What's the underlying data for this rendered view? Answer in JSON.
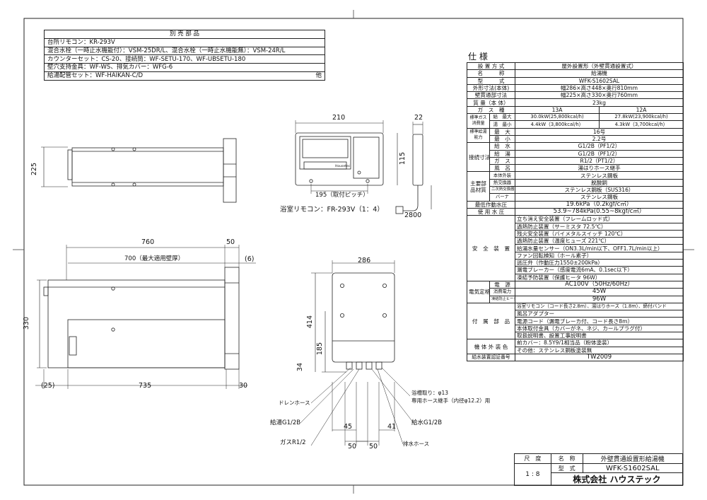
{
  "accessories": {
    "header": "別 売 部 品",
    "rows": [
      "台所リモコン：KR-293V",
      "混合水栓（一時止水機能付）：VSM-25DR/L、混合水栓（一時止水機能無）：VSM-24R/L",
      "カウンターセット：CS-20、接続筒：WF-SETU-170、WF-UBSETU-180",
      "壁穴支持金具：WF-WS、排気カバー：WFG-6",
      "給湯配管セット：WF-HAIKAN-C/D"
    ],
    "other": "他"
  },
  "spec": {
    "title": "仕 様",
    "rows": [
      {
        "k": "設 置 方 式",
        "v": "屋外設置形（外壁貫通設置式）"
      },
      {
        "k": "名　　　称",
        "v": "給湯機"
      },
      {
        "k": "型　　　式",
        "v": "WFK-S1602SAL"
      },
      {
        "k": "外形寸法(本体)",
        "v": "幅286×高さ448×奥行810mm"
      },
      {
        "k": "壁貫通部寸法",
        "v": "幅225×高さ330×奥行760mm"
      },
      {
        "k": "質 量（本 体）",
        "v": "23kg"
      }
    ],
    "gas": {
      "k": "ガ　ス　種",
      "a": "13A",
      "b": "12A"
    },
    "fuel_group": "標準ガス消費量",
    "fuel": [
      {
        "k": "給　最大",
        "a": "30.0kW(25,800kcal/h)",
        "b": "27.8kW(23,900kcal/h)"
      },
      {
        "k": "湯　最小",
        "a": "4.4kW（3,800kcal/h）",
        "b": "4.3kW（3,700kcal/h）"
      }
    ],
    "cap_group": "標準給湯能力",
    "cap": [
      {
        "k": "最　大",
        "v": "16号"
      },
      {
        "k": "最　小",
        "v": "2.2号"
      }
    ],
    "conn_group": "接続寸法",
    "conn": [
      {
        "k": "給　水",
        "v": "G1/2B（PF1/2）"
      },
      {
        "k": "給　湯",
        "v": "G1/2B（PF1/2）"
      },
      {
        "k": "ガ　ス",
        "v": "R1/2（PT1/2）"
      },
      {
        "k": "風　呂",
        "v": "湯はりホース継手"
      }
    ],
    "mat_group": "主要部品材質",
    "mat": [
      {
        "k": "本体外装",
        "v": "ステンレス鋼板"
      },
      {
        "k": "熱交換器",
        "v": "脱酸銅"
      },
      {
        "k": "二次熱交換器",
        "v": "ステンレス鋼板（SUS316）"
      },
      {
        "k": "バーナ",
        "v": "ステンレス鋼板"
      }
    ],
    "pressure": [
      {
        "k": "最低作動水圧",
        "v": "19.6kPa（0.2kgf/c㎡）"
      },
      {
        "k": "使 用 水 圧",
        "v": "53.9~784kPa(0.55~8kgf/c㎡）"
      }
    ],
    "safety_group": "安　全　装　置",
    "safety": [
      "立ち消え安全装置（フレームロッド式）",
      "過熱防止装置（サーミスタ 72.5℃）",
      "残火安全装置（バイメタルスイッチ 120℃）",
      "過熱防止装置（温度ヒューズ 221℃）",
      "給湯水量センサー（ON3.3L/min以下、OFF1.7L/min以上）",
      "ファン回転検知（ホール素子）",
      "逃圧弁（作動圧力1550±200kPa）",
      "漏電ブレーカー（感度電流6mA、0.1sec以下）",
      "凍結予防装置（保護ヒータ 96W）"
    ],
    "elec_group": "電気定格",
    "elec": [
      {
        "k": "電　源",
        "v": "AC100V（50Hz/60Hz）"
      },
      {
        "k": "消費電力",
        "v": "45W"
      },
      {
        "k": "凍結防止ヒータ",
        "v": "96W"
      }
    ],
    "acc_group": "付　属　部　品",
    "acc": [
      "浴室リモコン（コード長さ2.8m）、湯はりホース（1.8m）、締付バンド",
      "風呂アダプター",
      "電源コード（漏電ブレーカ付、コード長さ8m）",
      "本体取付金具（カバーがネ、ネジ、カールプラグ付）",
      "取扱説明書、設置工事説明書"
    ],
    "color_group": "機 体 外 装 色",
    "color": [
      "前カバー：8.5Y9/1相当品（粉体塗装）",
      "その他：ステンレス鋼板塗装無"
    ],
    "cert": {
      "k": "給水装置認証番号",
      "v": "TW2009"
    }
  },
  "drawing": {
    "dims": {
      "d210": "210",
      "d22": "22",
      "d225": "225",
      "d115": "115",
      "d195": "195（取付ピッチ）",
      "d2800": "2800",
      "d760": "760",
      "d50a": "50",
      "d700": "700（最大適用壁厚）",
      "d6": "(6)",
      "d330": "330",
      "d25": "(25)",
      "d735": "735",
      "d30": "30",
      "d286": "286",
      "d414": "414",
      "d185": "185",
      "d34": "34",
      "d45": "45",
      "d41": "41",
      "d50b": "50",
      "d50c": "50"
    },
    "remote_label": "浴室リモコン：FR-293V（1：4）",
    "brand_small": "Housetec",
    "callouts": {
      "drain": "ドレンホース",
      "feedwater": "給湯G1/2B",
      "gas": "ガスR1/2",
      "kyusui": "給水G1/2B",
      "haisui": "排水ホース",
      "bath1": "浴槽取り：φ13",
      "bath2": "専用ホース継手（内径φ12.2）用"
    }
  },
  "titleblock": {
    "scale_label": "尺　度",
    "scale": "1 : 8",
    "name_label": "名　称",
    "name": "外壁貫通設置形給湯機",
    "model_label": "型　式",
    "model": "WFK-S1602SAL",
    "company": "株式会社 ハウステック"
  }
}
